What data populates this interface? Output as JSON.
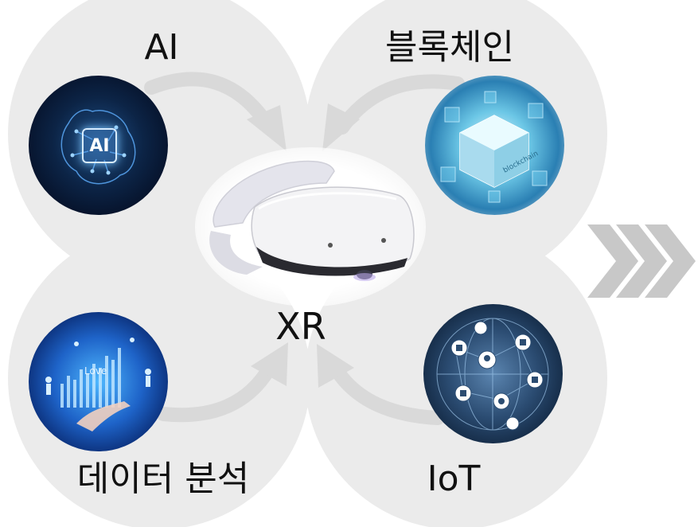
{
  "diagram": {
    "center": {
      "label": "XR"
    },
    "nodes": [
      {
        "id": "ai",
        "label": "AI",
        "image_text": "AI"
      },
      {
        "id": "blockchain",
        "label": "블록체인",
        "image_text": "blockchain"
      },
      {
        "id": "data",
        "label": "데이터 분석",
        "image_text": "Love"
      },
      {
        "id": "iot",
        "label": "IoT"
      }
    ],
    "colors": {
      "circle": "#ebebeb",
      "arrow": "#d9d9d9",
      "chevron": "#c8c8c8",
      "text": "#111111"
    }
  }
}
